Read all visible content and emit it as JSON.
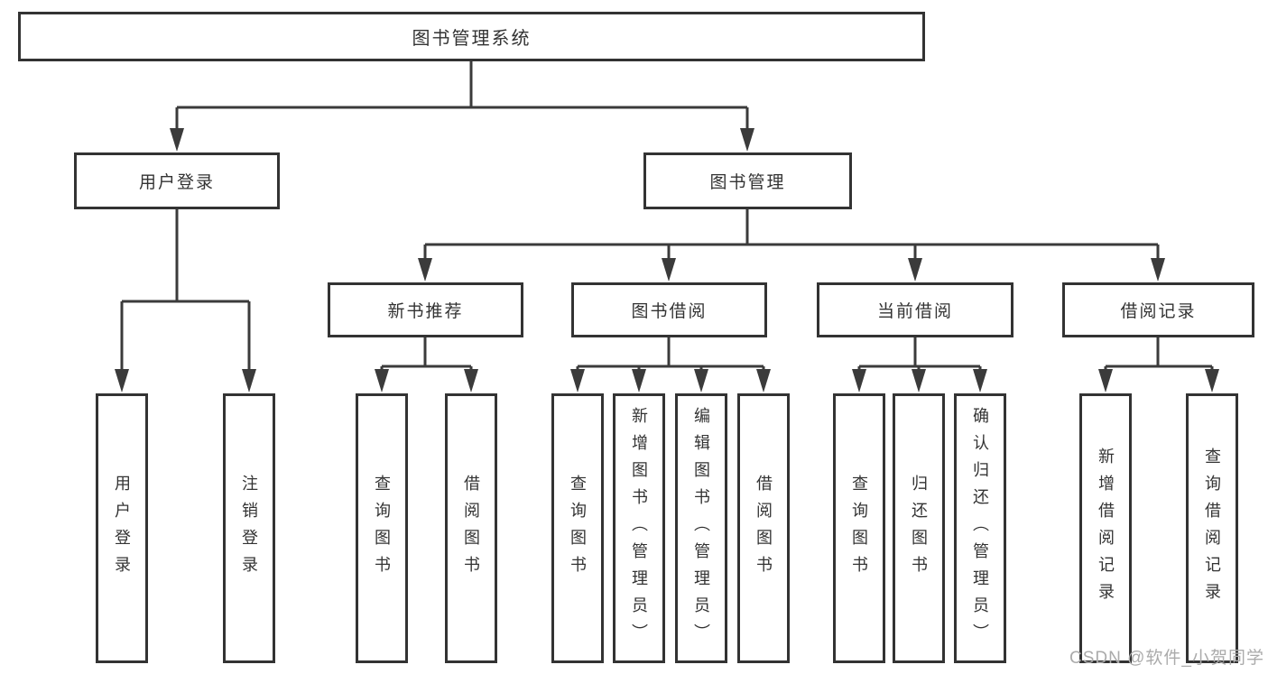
{
  "diagram": {
    "title": "图书管理系统",
    "root": {
      "label": "图书管理系统"
    },
    "level2": [
      {
        "label": "用户登录"
      },
      {
        "label": "图书管理"
      }
    ],
    "level3": [
      {
        "label": "新书推荐",
        "parent": "图书管理"
      },
      {
        "label": "图书借阅",
        "parent": "图书管理"
      },
      {
        "label": "当前借阅",
        "parent": "图书管理"
      },
      {
        "label": "借阅记录",
        "parent": "图书管理"
      }
    ],
    "leaves": [
      {
        "label": "用户登录",
        "parent": "用户登录"
      },
      {
        "label": "注销登录",
        "parent": "用户登录"
      },
      {
        "label": "查询图书",
        "parent": "新书推荐"
      },
      {
        "label": "借阅图书",
        "parent": "新书推荐"
      },
      {
        "label": "查询图书",
        "parent": "图书借阅"
      },
      {
        "label": "新增图书（管理员）",
        "parent": "图书借阅"
      },
      {
        "label": "编辑图书（管理员）",
        "parent": "图书借阅"
      },
      {
        "label": "借阅图书",
        "parent": "图书借阅"
      },
      {
        "label": "查询图书",
        "parent": "当前借阅"
      },
      {
        "label": "归还图书",
        "parent": "当前借阅"
      },
      {
        "label": "确认归还（管理员）",
        "parent": "当前借阅"
      },
      {
        "label": "新增借阅记录",
        "parent": "借阅记录"
      },
      {
        "label": "查询借阅记录",
        "parent": "借阅记录"
      }
    ]
  },
  "watermark": {
    "text": "CSDN @软件_小贺同学"
  },
  "colors": {
    "line": "#3b3b3b",
    "box_border": "#333333",
    "text": "#333333",
    "background": "#ffffff",
    "watermark": "#ababab"
  }
}
